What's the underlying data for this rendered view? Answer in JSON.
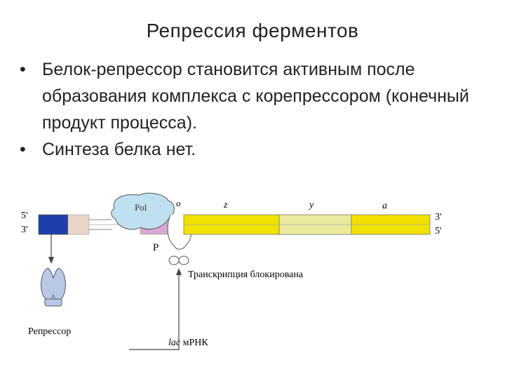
{
  "slide": {
    "title": "Репрессия ферментов",
    "bullets": [
      "Белок-репрессор становится активным после образования комплекса с корепрессором (конечный продукт процесса).",
      "Синтеза белка нет."
    ],
    "bullet_symbol": "•"
  },
  "diagram": {
    "strand_top_left": "5'",
    "strand_bottom_left": "3'",
    "strand_top_right": "3'",
    "strand_bottom_right": "5'",
    "polymerase_label": "Pol",
    "operator_label": "o",
    "promoter_label": "P",
    "gene_z": "z",
    "gene_y": "y",
    "gene_a": "a",
    "blocked_label": "Транскрипция блокирована",
    "repressor_label": "Репрессор",
    "mrna_italic": "lac",
    "mrna_label": " мРНК",
    "colors": {
      "regulator_gene": "#1f3fa8",
      "polymerase": "#bfe1ef",
      "promoter": "#d9a7d6",
      "operator": "#d8231d",
      "gene_z": "#f1e300",
      "gene_y": "#e9ea9c",
      "gene_a": "#f1e000",
      "repressor": "#b9c8e4"
    }
  }
}
